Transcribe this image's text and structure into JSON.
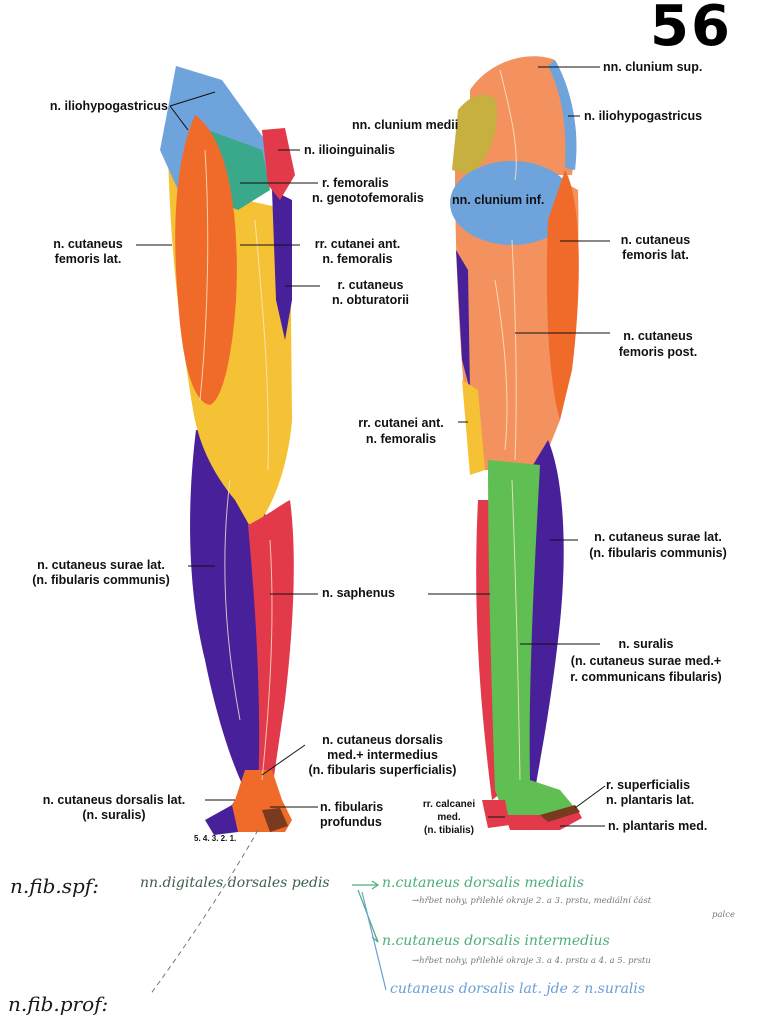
{
  "page_number": "56",
  "colors": {
    "blue": "#6fa3dc",
    "orange_red": "#f06a2a",
    "salmon": "#f3925e",
    "yellow": "#f5c236",
    "purple": "#48209a",
    "red": "#e23a4a",
    "green": "#5fbf52",
    "teal": "#3aa88a",
    "olive": "#c8b040"
  },
  "anterior_labels": {
    "iliohypogastricus": "n. iliohypogastricus",
    "ilioinguinalis": "n. ilioinguinalis",
    "femoralis_genito_1": "r. femoralis",
    "femoralis_genito_2": "n. genotofemoralis",
    "cut_fem_lat_1": "n. cutaneus",
    "cut_fem_lat_2": "femoris lat.",
    "cutanei_ant_1": "rr. cutanei ant.",
    "cutanei_ant_2": "n. femoralis",
    "obturatorii_1": "r. cutaneus",
    "obturatorii_2": "n. obturatorii",
    "surae_lat_1": "n. cutaneus surae lat.",
    "surae_lat_2": "(n. fibularis communis)",
    "saphenus": "n. saphenus",
    "dorsalis_med_1": "n. cutaneus dorsalis",
    "dorsalis_med_2": "med.+ intermedius",
    "dorsalis_med_3": "(n. fibularis superficialis)",
    "dorsalis_lat_1": "n. cutaneus dorsalis lat.",
    "dorsalis_lat_2": "(n. suralis)",
    "fib_prof_1": "n. fibularis",
    "fib_prof_2": "profundus",
    "toe_numbers": "5. 4. 3. 2. 1."
  },
  "posterior_labels": {
    "clunium_sup": "nn. clunium sup.",
    "clunium_medii": "nn. clunium medii",
    "iliohypogastricus": "n. iliohypogastricus",
    "clunium_inf": "nn. clunium inf.",
    "cut_fem_lat_1": "n. cutaneus",
    "cut_fem_lat_2": "femoris lat.",
    "cut_fem_post_1": "n. cutaneus",
    "cut_fem_post_2": "femoris post.",
    "cutanei_ant_1": "rr. cutanei ant.",
    "cutanei_ant_2": "n. femoralis",
    "surae_lat_1": "n. cutaneus surae lat.",
    "surae_lat_2": "(n. fibularis communis)",
    "suralis_1": "n. suralis",
    "suralis_2": "(n. cutaneus surae med.+",
    "suralis_3": "r. communicans fibularis)",
    "superficialis_1": "r. superficialis",
    "superficialis_2": "n. plantaris lat.",
    "calcanei_1": "rr. calcanei",
    "calcanei_2": "med.",
    "calcanei_3": "(n. tibialis)",
    "plantaris_med": "n. plantaris med."
  },
  "handwritten": {
    "nfib_spf": "n.fib.spf:",
    "digitales": "nn.digitales dorsales pedis",
    "dorsalis_medialis": "n.cutaneus dorsalis medialis",
    "note_medialis_1": "→hřbet nohy, přilehlé okraje 2. a 3. prstu, mediální část",
    "note_medialis_2": "palce",
    "dorsalis_intermedius": "n.cutaneus dorsalis intermedius",
    "note_intermedius": "→hřbet nohy, přilehlé okraje 3. a 4. prstu a 4. a 5. prstu",
    "dorsalis_lat_note": "cutaneus dorsalis lat. jde z n.suralis",
    "nfib_prof": "n.fib.prof:"
  }
}
